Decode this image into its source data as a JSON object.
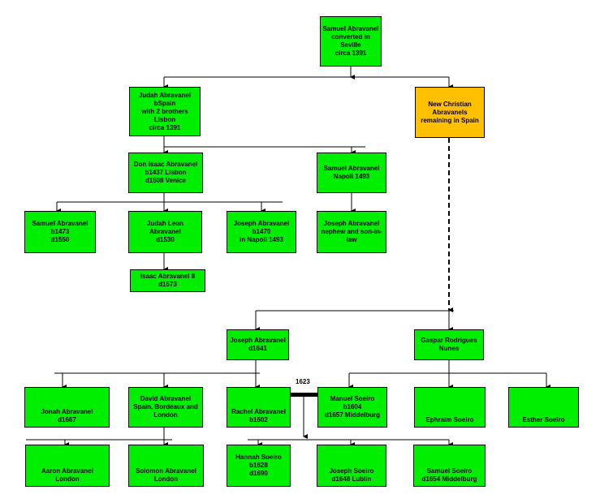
{
  "nodes": {
    "samuel_root": "Samuel Abravanel\nconverted in Seville\ncirca 1391",
    "judah": "Judah Abravanel\nbSpain\nwith 2 brothers\nLisbon\ncirca 1391",
    "new_christian": "New Christian\nAbravanels\nremaining in Spain",
    "don_isaac": "Don Isaac Abravanel\nb1437 Lisbon\nd1508 Venice",
    "samuel_napoli": "Samuel Abravanel\nNapoli 1493",
    "samuel_1473": "Samuel Abravanel\nb1473\nd1550",
    "judah_leon": "Judah Leon\nAbravanel\nd1530",
    "joseph_1470": "Joseph Abravanel\nb1470\nin Napoli 1493",
    "joseph_nephew": "Joseph Abravanel\nnephew and son-in-\nlaw",
    "isaac_ii": "Isaac Abravanel II\nd1573",
    "joseph_1641": "Joseph Abravanel\nd1641",
    "gaspar": "Gaspar Rodrigues\nNunes",
    "jonah": "Jonah Abravanel\nd1667",
    "david": "David Abravanel\nSpain, Bordeaux and\nLondon",
    "rachel": "Rachel Abravanel\nb1602",
    "manuel": "Manuel Soeiro\nb1604\nd1657 Middelburg",
    "ephraim": "Ephraim Soeiro",
    "esther": "Esther Soeiro",
    "aaron": "Aaron Abravanel\nLondon",
    "solomon": "Solomon Abravanel\nLondon",
    "hannah": "Hannah Soeiro\nb1628\nd1690",
    "joseph_soeiro": "Joseph Soeiro\nd1648 Lublin",
    "samuel_soeiro": "Samuel Soeiro\nd1654 Middelburg"
  },
  "marriage_year": "1623",
  "colors": {
    "node_fill": "#00ee00",
    "highlight_fill": "#ffc000",
    "line": "#000000"
  }
}
